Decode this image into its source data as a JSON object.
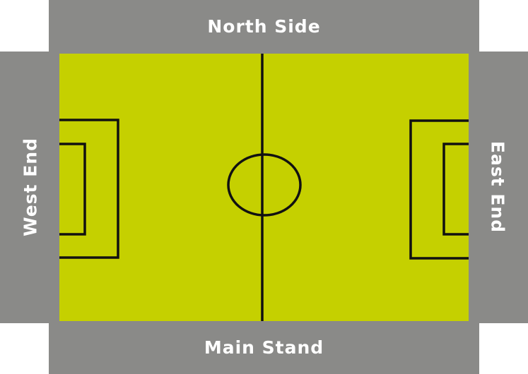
{
  "stands": {
    "north": "North Side",
    "south": "Main Stand",
    "west": "West End",
    "east": "East End"
  },
  "colors": {
    "stand": "#8a8a88",
    "pitch": "#c5d000",
    "line": "#111111",
    "label": "#ffffff"
  }
}
